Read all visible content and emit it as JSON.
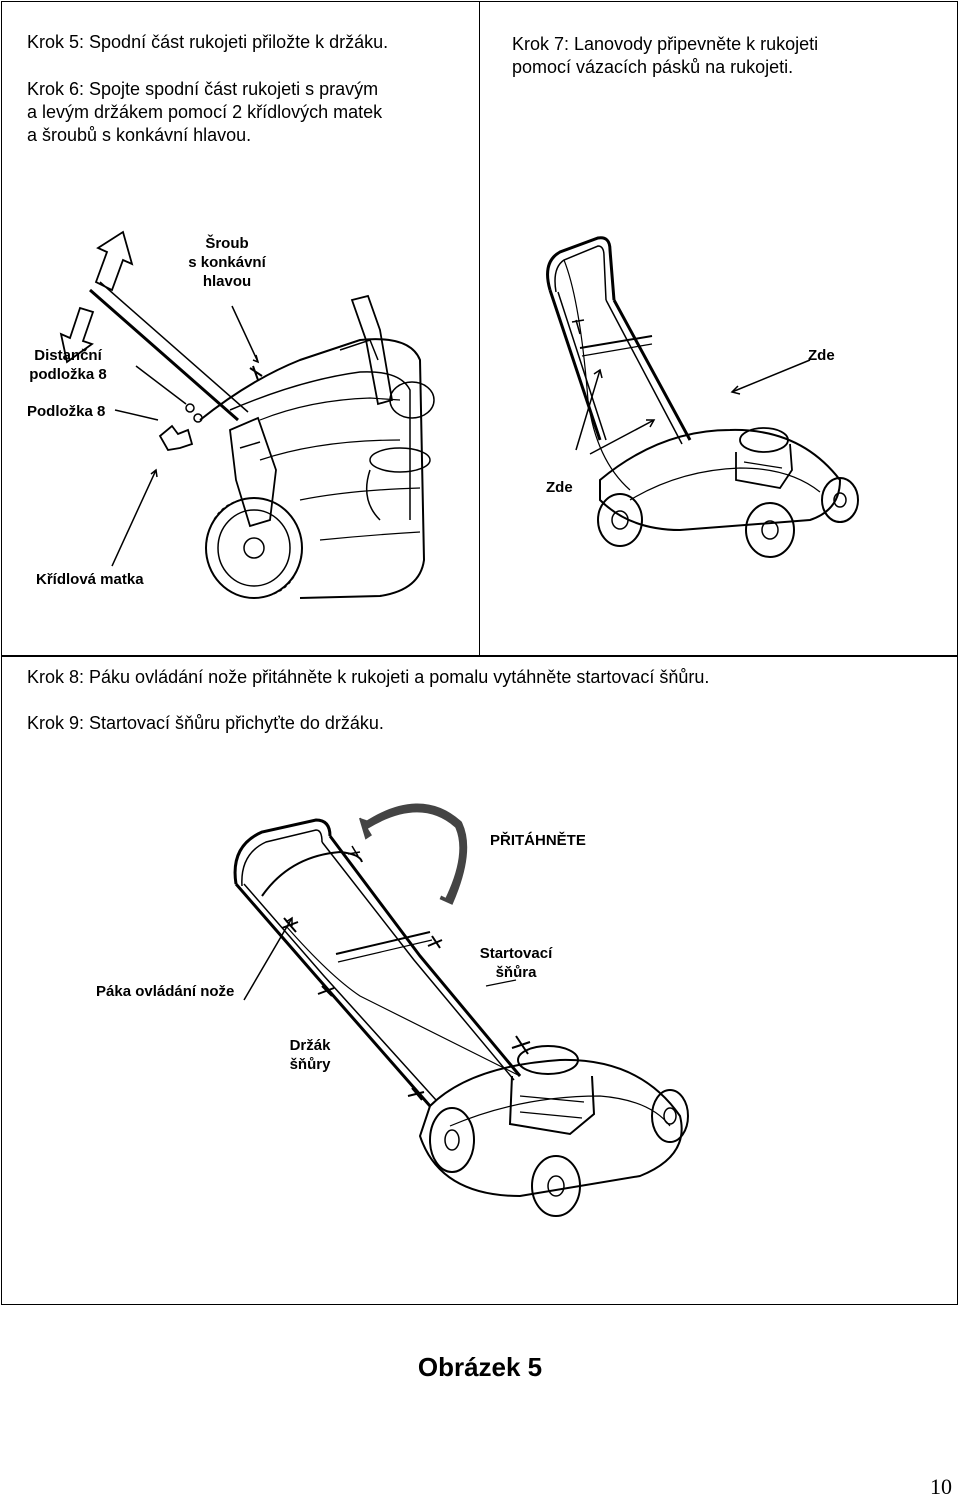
{
  "top_left": {
    "step5": "Krok 5: Spodní část rukojeti přiložte k držáku.",
    "step6_lines": [
      "Krok 6: Spojte spodní část rukojeti s pravým",
      "a levým držákem pomocí 2 křídlových matek",
      "a šroubů s konkávní hlavou."
    ],
    "labels": {
      "bolt": [
        "Šroub",
        "s konkávní",
        "hlavou"
      ],
      "spacer": [
        "Distanční",
        "podložka 8"
      ],
      "washer": "Podložka 8",
      "wing_nut": "Křídlová matka"
    }
  },
  "top_right": {
    "step7_lines": [
      "Krok 7: Lanovody připevněte k rukojeti",
      "pomocí vázacích pásků na rukojeti."
    ],
    "labels": {
      "here_upper": "Zde",
      "here_lower": "Zde"
    }
  },
  "bottom": {
    "step8": "Krok 8: Páku ovládání nože přitáhněte k rukojeti a pomalu vytáhněte startovací šňůru.",
    "step9": "Krok 9: Startovací šňůru přichyťte do držáku.",
    "labels": {
      "pull": "PŘITÁHNĚTE",
      "starter_rope": [
        "Startovací",
        "šňůra"
      ],
      "blade_lever": "Páka ovládání nože",
      "rope_holder": [
        "Držák",
        "šňůry"
      ]
    }
  },
  "caption": "Obrázek 5",
  "page_number": "10"
}
